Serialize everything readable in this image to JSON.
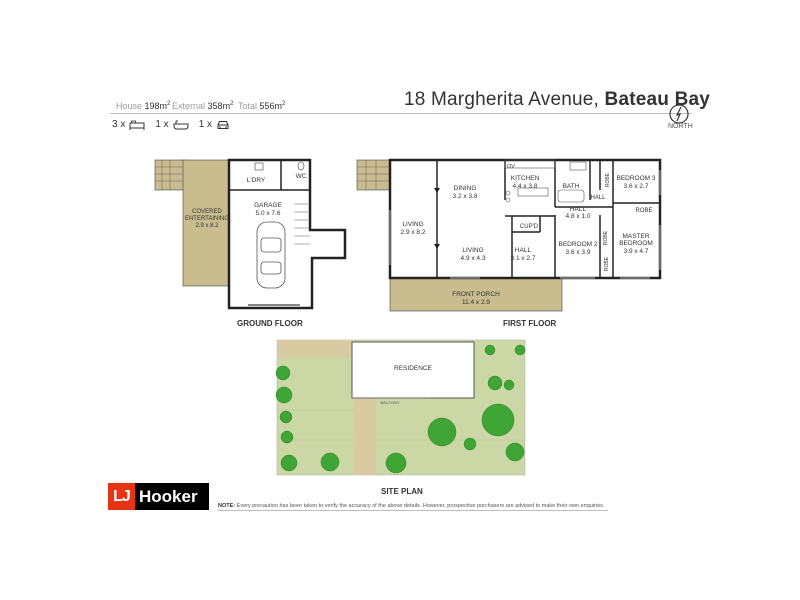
{
  "header": {
    "house_label": "House",
    "house_value": "198m",
    "external_label": "External",
    "external_value": "358m",
    "total_label": "Total",
    "total_value": "556m",
    "squared": "2",
    "address_street": "18 Margherita Avenue,",
    "address_suburb": "Bateau Bay",
    "north_label": "NORTH",
    "bedrooms": "3 x",
    "bathrooms": "1 x",
    "garages": "1 x"
  },
  "ground_floor": {
    "title": "GROUND FLOOR",
    "rooms": {
      "laundry": "L'DRY",
      "wc": "WC",
      "garage": "GARAGE",
      "garage_dim": "5.0 x 7.6",
      "covered": "COVERED",
      "entertaining": "ENTERTAINING",
      "covered_dim": "2.9 x 8.2"
    }
  },
  "first_floor": {
    "title": "FIRST FLOOR",
    "rooms": {
      "dining": "DINING",
      "dining_dim": "3.2 x 3.8",
      "kitchen": "KITCHEN",
      "kitchen_dim": "4.4 x 3.8",
      "ov": "OV",
      "bath": "BATH",
      "robe1": "ROBE",
      "bed3": "BEDROOM 3",
      "bed3_dim": "3.6 x 2.7",
      "hall_small": "HALL",
      "robe2": "ROBE",
      "hall": "HALL",
      "hall_dim": "4.8 x 1.0",
      "living1": "LIVING",
      "living1_dim": "2.9 x 8.2",
      "living2": "LIVING",
      "living2_dim": "4.9 x 4.3",
      "cupd": "CUP'D",
      "hall2": "HALL",
      "hall2_dim": "3.1 x 2.7",
      "bed2": "BEDROOM 2",
      "bed2_dim": "3.6 x 3.9",
      "robe3": "ROBE",
      "master": "MASTER",
      "master2": "BEDROOM",
      "master_dim": "3.9 x 4.7",
      "robe4": "ROBE",
      "porch": "FRONT PORCH",
      "porch_dim": "11.4 x 2.9"
    }
  },
  "site_plan": {
    "title": "SITE PLAN",
    "residence": "RESIDENCE",
    "balcony": "BALCONY"
  },
  "footer": {
    "logo_mark": "LJ",
    "logo_word": "Hooker",
    "note_label": "NOTE:",
    "note_text": "Every precaution has been taken to verify the accuracy of the above details. However, prospective purchasers are advised to make their own enquiries."
  },
  "colors": {
    "porch": "#c9bc8e",
    "garden": "#cbd8a6",
    "tree": "#3fa535",
    "path": "#d8cba2",
    "wall": "#222222",
    "logo_red": "#e63312"
  }
}
